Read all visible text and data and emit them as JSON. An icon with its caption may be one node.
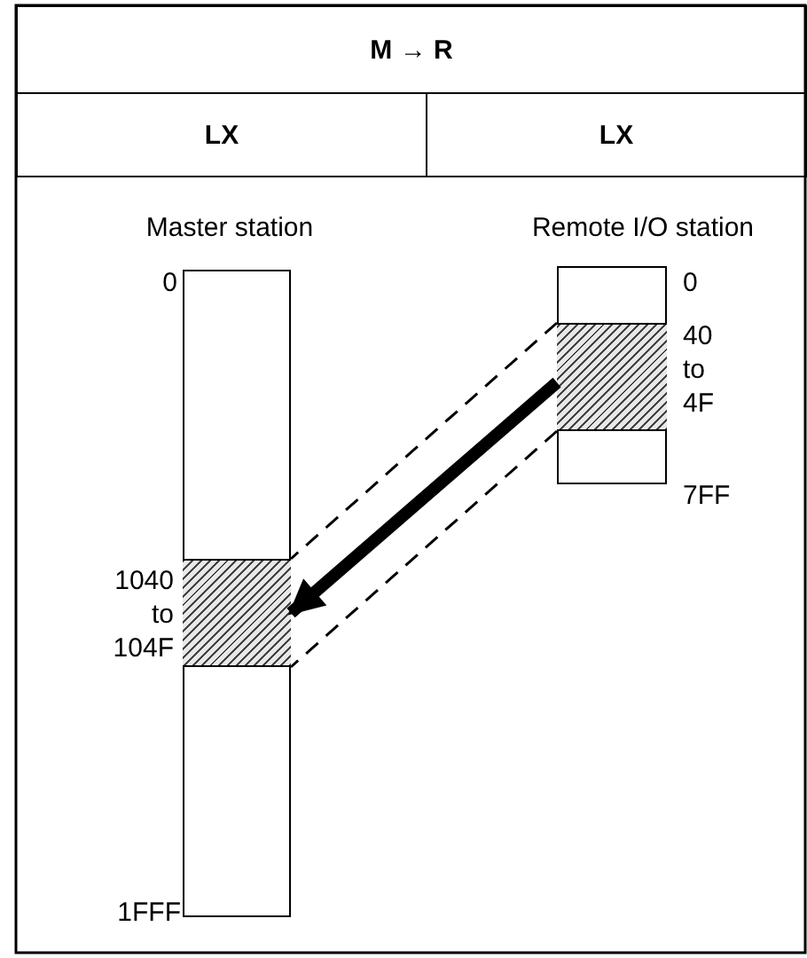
{
  "diagram": {
    "nodes": [
      {
        "text": [
          "M → R"
        ]
      },
      {
        "text": [
          "LX"
        ]
      },
      {
        "text": [
          "LX"
        ]
      },
      {
        "text": [
          "Master station"
        ],
        "beside": [
          "0",
          "1FFF"
        ]
      },
      {
        "text": [],
        "shape": "box",
        "in": 3,
        "beside": [
          "1040 to 104F"
        ]
      },
      {
        "text": [
          "Remote I/O station"
        ],
        "beside": [
          "0",
          "7FF"
        ]
      },
      {
        "text": [],
        "shape": "box",
        "in": 5,
        "beside": [
          "40 to 4F"
        ]
      }
    ],
    "edges": [
      {
        "from": 6,
        "to": 4,
        "arrow": "to",
        "style": "thick"
      },
      {
        "from": 6,
        "to": 4,
        "arrow": "none",
        "style": "dashed"
      },
      {
        "from": 6,
        "to": 4,
        "arrow": "none",
        "style": "dashed"
      }
    ]
  }
}
